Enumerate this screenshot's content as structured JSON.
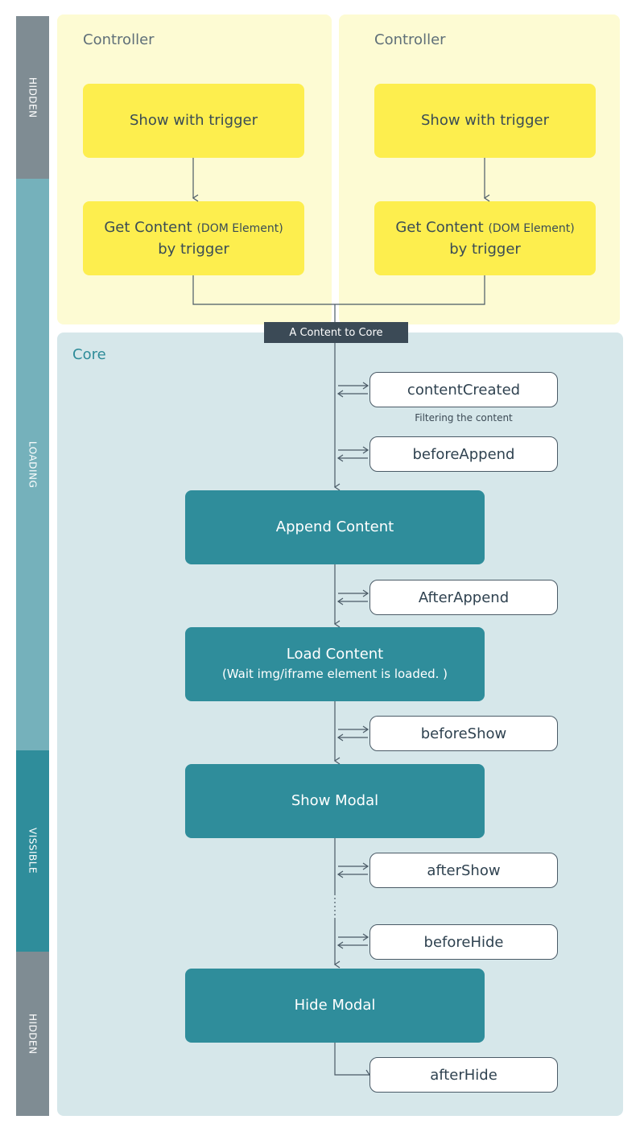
{
  "phases": {
    "hidden_top": "HIDDEN",
    "loading": "LOADING",
    "visible": "VISSIBLE",
    "hidden_bottom": "HIDDEN"
  },
  "controllers": [
    {
      "title": "Controller",
      "show_step": "Show with trigger",
      "get_content_main": "Get Content",
      "get_content_paren": "(DOM Element)",
      "get_content_line2": "by trigger"
    },
    {
      "title": "Controller",
      "show_step": "Show with trigger",
      "get_content_main": "Get Content",
      "get_content_paren": "(DOM Element)",
      "get_content_line2": "by trigger"
    }
  ],
  "connector_label": "A Content to Core",
  "core": {
    "title": "Core",
    "events": {
      "content_created": "contentCreated",
      "content_created_note": "Filtering the content",
      "before_append": "beforeAppend",
      "after_append": "AfterAppend",
      "before_show": "beforeShow",
      "after_show": "afterShow",
      "before_hide": "beforeHide",
      "after_hide": "afterHide"
    },
    "steps": {
      "append_content": "Append Content",
      "load_content": "Load Content",
      "load_content_note": "(Wait img/iframe element is loaded. )",
      "show_modal": "Show Modal",
      "hide_modal": "Hide Modal"
    }
  },
  "colors": {
    "phase_hidden": "#7f8c93",
    "phase_loading": "#75b1bb",
    "phase_visible": "#2f8d9b",
    "controller_bg": "#fdfbd3",
    "yellow_step": "#fdee4e",
    "core_bg": "#d6e7ea",
    "teal_step": "#2f8d9b",
    "line": "#4a5a66"
  }
}
